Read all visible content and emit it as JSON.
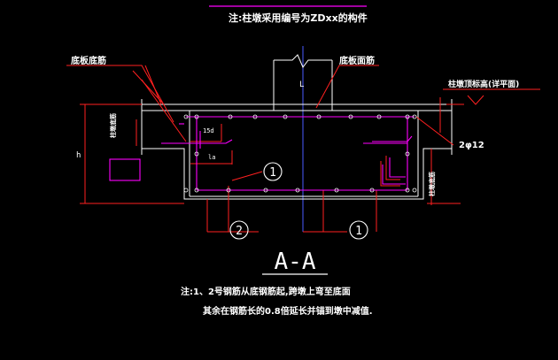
{
  "title_note": "注:柱墩采用编号为ZDxx的构件",
  "labels": {
    "slab_bottom_bar": "底板底筋",
    "slab_top_bar": "底板面筋",
    "pier_top_elev": "柱墩顶标高(详平面)",
    "bar_2phi12": "2φ12",
    "l_mark": "L",
    "h_mark": "h",
    "las_left": "15d",
    "la_left": "la",
    "left_side_vertical": "柱墩底筋",
    "right_side_vertical": "柱墩底筋"
  },
  "callouts": {
    "c1_top": "1",
    "c2": "2",
    "c1_bottom": "1"
  },
  "section_title": "A-A",
  "notes": {
    "line1": "注:1、2号钢筋从底钢筋起,跨墩上弯至底面",
    "line2": "其余在钢筋长的0.8倍延长并锚到墩中减值."
  },
  "colors": {
    "white": "#ffffff",
    "red": "#ff2020",
    "magenta": "#ff00ff",
    "blue": "#4a5cff",
    "bg": "#000000"
  }
}
